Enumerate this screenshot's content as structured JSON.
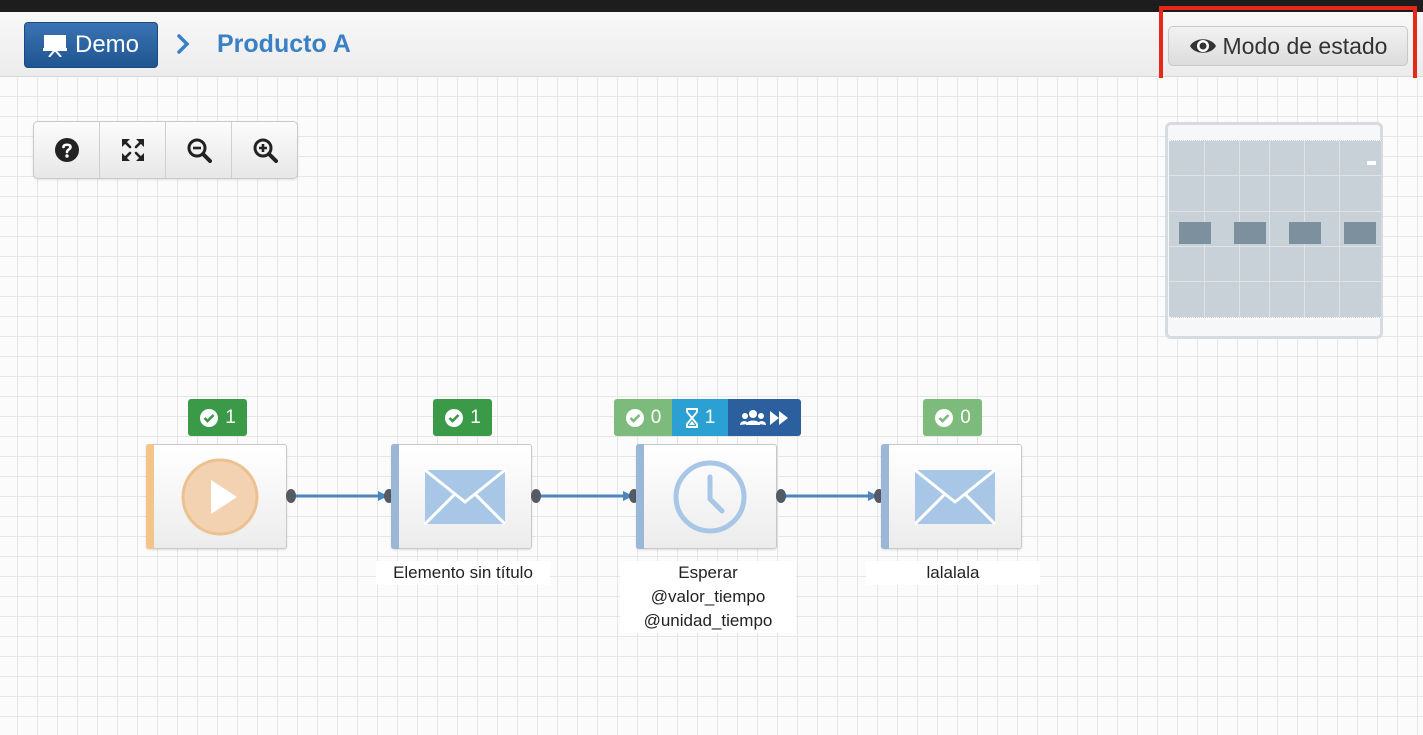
{
  "header": {
    "home_button_label": "Demo",
    "breadcrumb_current": "Producto A",
    "mode_button_label": "Modo de estado"
  },
  "zoom_toolbar": {
    "buttons": [
      {
        "name": "help",
        "icon": "question-circle-icon"
      },
      {
        "name": "fit",
        "icon": "expand-arrows-icon"
      },
      {
        "name": "zoom-out",
        "icon": "magnifier-minus-icon"
      },
      {
        "name": "zoom-in",
        "icon": "magnifier-plus-icon"
      }
    ]
  },
  "colors": {
    "accent_blue": "#2a63a3",
    "link_blue": "#3a80c4",
    "success_green": "#3a9a48",
    "success_light": "#7dbb7d",
    "wait_cyan": "#2ba1d3",
    "queue_blue": "#2c5f9e",
    "start_orange": "#f5c48a",
    "highlight_red": "#e8271b"
  },
  "flow": {
    "nodes": [
      {
        "id": "start",
        "icon": "play-icon",
        "badges": [
          {
            "type": "completed",
            "icon": "check-circle-icon",
            "count": "1"
          }
        ],
        "label": ""
      },
      {
        "id": "email1",
        "icon": "envelope-icon",
        "badges": [
          {
            "type": "completed",
            "icon": "check-circle-icon",
            "count": "1"
          }
        ],
        "label": "Elemento sin título"
      },
      {
        "id": "wait",
        "icon": "clock-icon",
        "badges": [
          {
            "type": "completed",
            "icon": "check-circle-icon",
            "count": "0"
          },
          {
            "type": "waiting",
            "icon": "hourglass-icon",
            "count": "1"
          },
          {
            "type": "skip",
            "icon": "users-fast-forward-icon",
            "count": ""
          }
        ],
        "label_lines": [
          "Esperar",
          "@valor_tiempo",
          "@unidad_tiempo"
        ]
      },
      {
        "id": "email2",
        "icon": "envelope-icon",
        "badges": [
          {
            "type": "completed",
            "icon": "check-circle-icon",
            "count": "0"
          }
        ],
        "label": "lalalala"
      }
    ]
  }
}
